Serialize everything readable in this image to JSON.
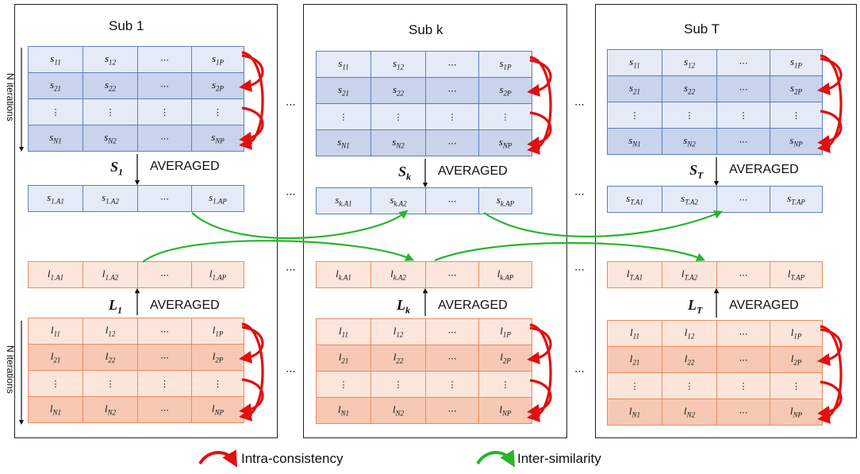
{
  "subs": [
    {
      "title": "Sub 1",
      "s_rows": [
        [
          "s11",
          "s12",
          "⋯",
          "s1P"
        ],
        [
          "s21",
          "s22",
          "⋯",
          "s2P"
        ],
        [
          "⋮",
          "⋮",
          "⋮",
          "⋮"
        ],
        [
          "sN1",
          "sN2",
          "⋯",
          "sNP"
        ]
      ],
      "s_avg": [
        "s1.A1",
        "s1.A2",
        "⋯",
        "s1.AP"
      ],
      "S_label": "S1",
      "l_avg": [
        "l1.A1",
        "l1.A2",
        "⋯",
        "l1.AP"
      ],
      "L_label": "L1",
      "l_rows": [
        [
          "l11",
          "l12",
          "⋯",
          "l1P"
        ],
        [
          "l21",
          "l22",
          "⋯",
          "l2P"
        ],
        [
          "⋮",
          "⋮",
          "⋮",
          "⋮"
        ],
        [
          "lN1",
          "lN2",
          "⋯",
          "lNP"
        ]
      ]
    },
    {
      "title": "Sub k",
      "s_rows": [
        [
          "s11",
          "s12",
          "⋯",
          "s1P"
        ],
        [
          "s21",
          "s22",
          "⋯",
          "s2P"
        ],
        [
          "⋮",
          "⋮",
          "⋮",
          "⋮"
        ],
        [
          "sN1",
          "sN2",
          "⋯",
          "sNP"
        ]
      ],
      "s_avg": [
        "sk.A1",
        "sk.A2",
        "⋯",
        "sk.AP"
      ],
      "S_label": "Sk",
      "l_avg": [
        "lk.A1",
        "lk.A2",
        "⋯",
        "lk.AP"
      ],
      "L_label": "Lk",
      "l_rows": [
        [
          "l11",
          "l12",
          "⋯",
          "l1P"
        ],
        [
          "l21",
          "l22",
          "⋯",
          "l2P"
        ],
        [
          "⋮",
          "⋮",
          "⋮",
          "⋮"
        ],
        [
          "lN1",
          "lN2",
          "⋯",
          "lNP"
        ]
      ]
    },
    {
      "title": "Sub T",
      "s_rows": [
        [
          "s11",
          "s12",
          "⋯",
          "s1P"
        ],
        [
          "s21",
          "s22",
          "⋯",
          "s2P"
        ],
        [
          "⋮",
          "⋮",
          "⋮",
          "⋮"
        ],
        [
          "sN1",
          "sN2",
          "⋯",
          "sNP"
        ]
      ],
      "s_avg": [
        "sT.A1",
        "sT.A2",
        "⋯",
        "sT.AP"
      ],
      "S_label": "ST",
      "l_avg": [
        "lT.A1",
        "lT.A2",
        "⋯",
        "lT.AP"
      ],
      "L_label": "LT",
      "l_rows": [
        [
          "l11",
          "l12",
          "⋯",
          "l1P"
        ],
        [
          "l21",
          "l22",
          "⋯",
          "l2P"
        ],
        [
          "⋮",
          "⋮",
          "⋮",
          "⋮"
        ],
        [
          "lN1",
          "lN2",
          "⋯",
          "lNP"
        ]
      ]
    }
  ],
  "averaged_label": "AVERAGED",
  "iterations_label": "N iterations",
  "ellipsis": "⋯",
  "legend": {
    "intra": "Intra-consistency",
    "inter": "Inter-similarity"
  },
  "colors": {
    "intra_arrow": "#e01010",
    "inter_arrow": "#27b52b",
    "s_border": "#5b7fc4",
    "l_border": "#ee8a5a"
  }
}
